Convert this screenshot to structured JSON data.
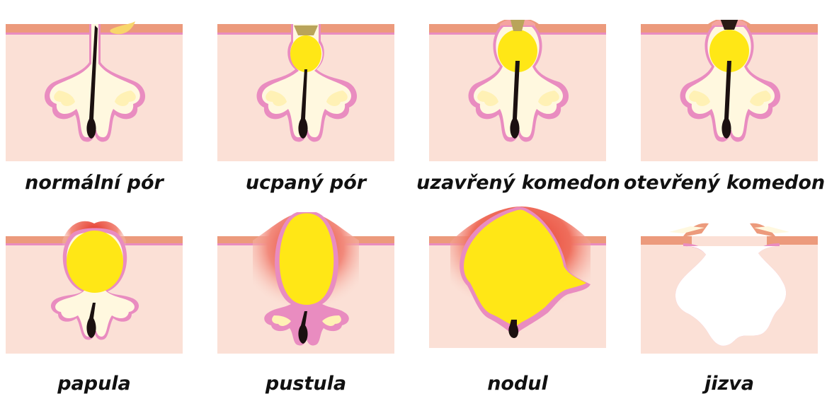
{
  "stages": [
    {
      "id": "normal-pore",
      "label": "normální pór"
    },
    {
      "id": "clogged-pore",
      "label": "ucpaný pór"
    },
    {
      "id": "closed-comedone",
      "label": "uzavřený komedon"
    },
    {
      "id": "open-comedone",
      "label": "otevřený komedon"
    },
    {
      "id": "papule",
      "label": "papula"
    },
    {
      "id": "pustule",
      "label": "pustula"
    },
    {
      "id": "nodule",
      "label": "nodul"
    },
    {
      "id": "scar",
      "label": "jizva"
    }
  ],
  "colors": {
    "skin": "#fbe0d6",
    "epidermis": "#ec9a7c",
    "follicle_wall": "#e98cc0",
    "sebum": "#fff8df",
    "pus": "#ffe716",
    "inflammation": "#e5392a",
    "hair": "#1b1010",
    "blackhead": "#2a1a14"
  }
}
